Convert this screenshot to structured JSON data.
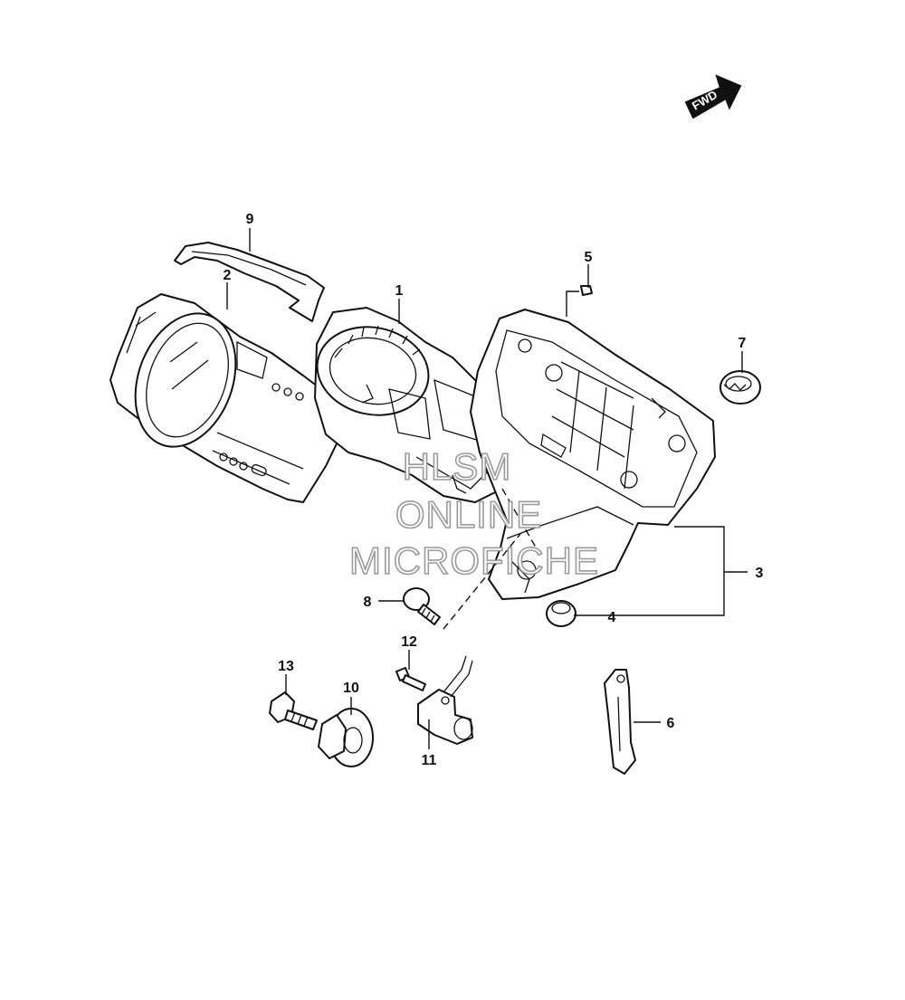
{
  "fwd_label": "FWD",
  "callouts": {
    "c1": "1",
    "c2": "2",
    "c3": "3",
    "c4": "4",
    "c5": "5",
    "c6": "6",
    "c7": "7",
    "c8": "8",
    "c9": "9",
    "c10": "10",
    "c11": "11",
    "c12": "12",
    "c13": "13"
  },
  "watermark": {
    "line1": "HLSM",
    "line2": "ONLINE",
    "line3": "MICROFICHE"
  }
}
